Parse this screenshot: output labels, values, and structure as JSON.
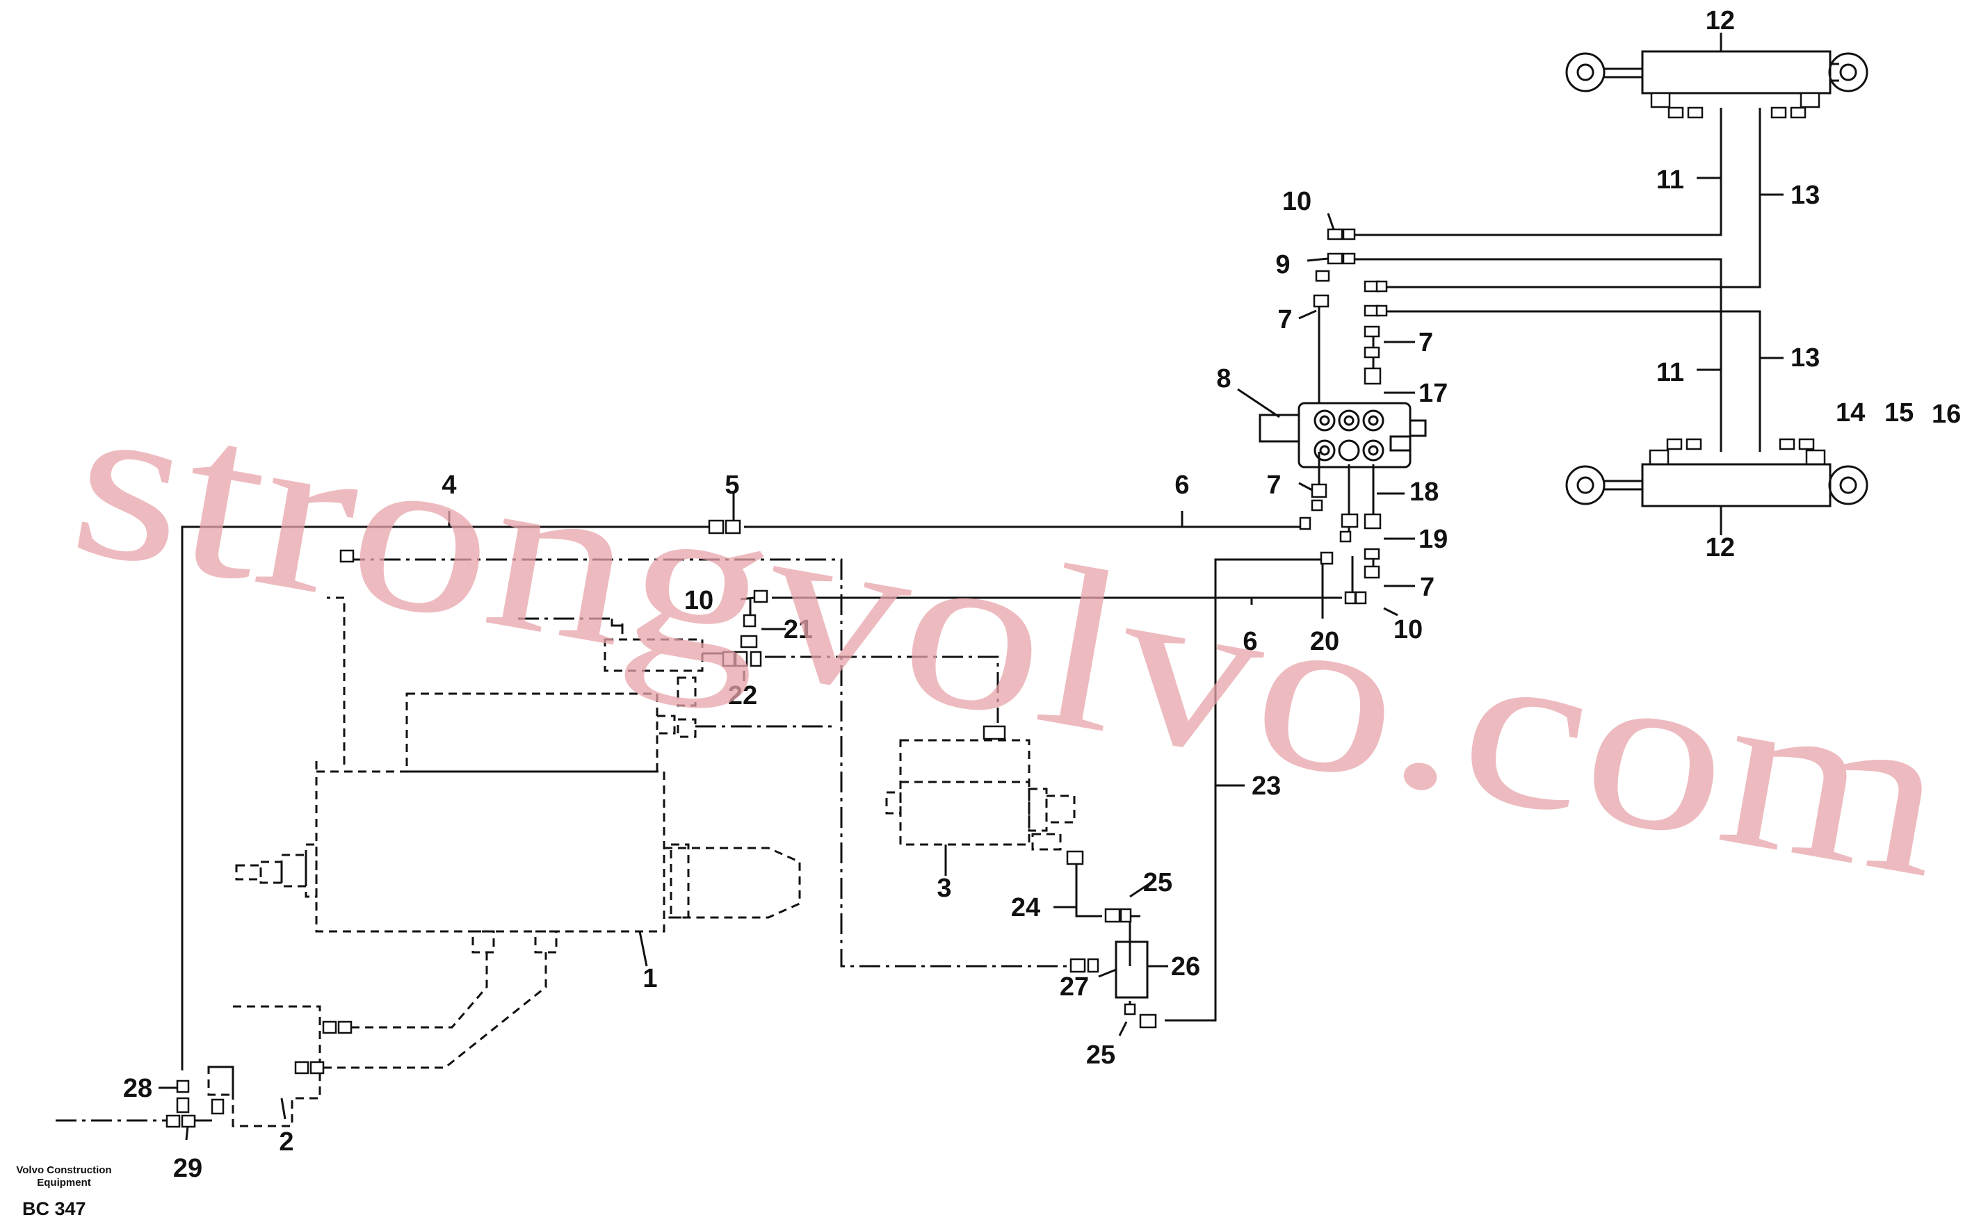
{
  "diagram": {
    "part_labels": {
      "p1": "1",
      "p2": "2",
      "p3": "3",
      "p4": "4",
      "p5": "5",
      "p6a": "6",
      "p6b": "6",
      "p7a": "7",
      "p7b": "7",
      "p7c": "7",
      "p7d": "7",
      "p8": "8",
      "p9": "9",
      "p10a": "10",
      "p10b": "10",
      "p10c": "10",
      "p11a": "11",
      "p11b": "11",
      "p12a": "12",
      "p12b": "12",
      "p13a": "13",
      "p13b": "13",
      "p14": "14",
      "p15": "15",
      "p16": "16",
      "p17": "17",
      "p18": "18",
      "p19": "19",
      "p20": "20",
      "p21": "21",
      "p22": "22",
      "p23": "23",
      "p24": "24",
      "p25a": "25",
      "p25b": "25",
      "p26": "26",
      "p27": "27",
      "p28": "28",
      "p29": "29"
    },
    "footer": {
      "company_line1": "Volvo Construction",
      "company_line2": "Equipment",
      "drawing_code": "BC 347"
    },
    "watermark": "strongvolvo.com"
  }
}
